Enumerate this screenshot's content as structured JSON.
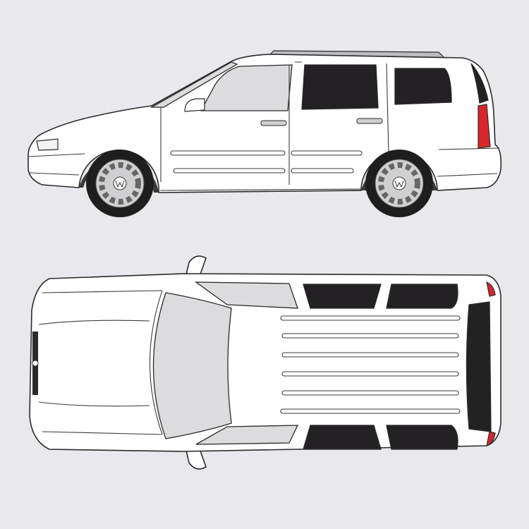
{
  "illustration": {
    "views": [
      "side",
      "top"
    ],
    "logo": "VW",
    "colors": {
      "background": "#e9e8ec",
      "body": "#ffffff",
      "glass": "#dcdcde",
      "tinted_glass": "#242124",
      "tail_light": "#d8272b",
      "tire": "#1e1e1e",
      "rim": "#d0d0d2"
    }
  }
}
